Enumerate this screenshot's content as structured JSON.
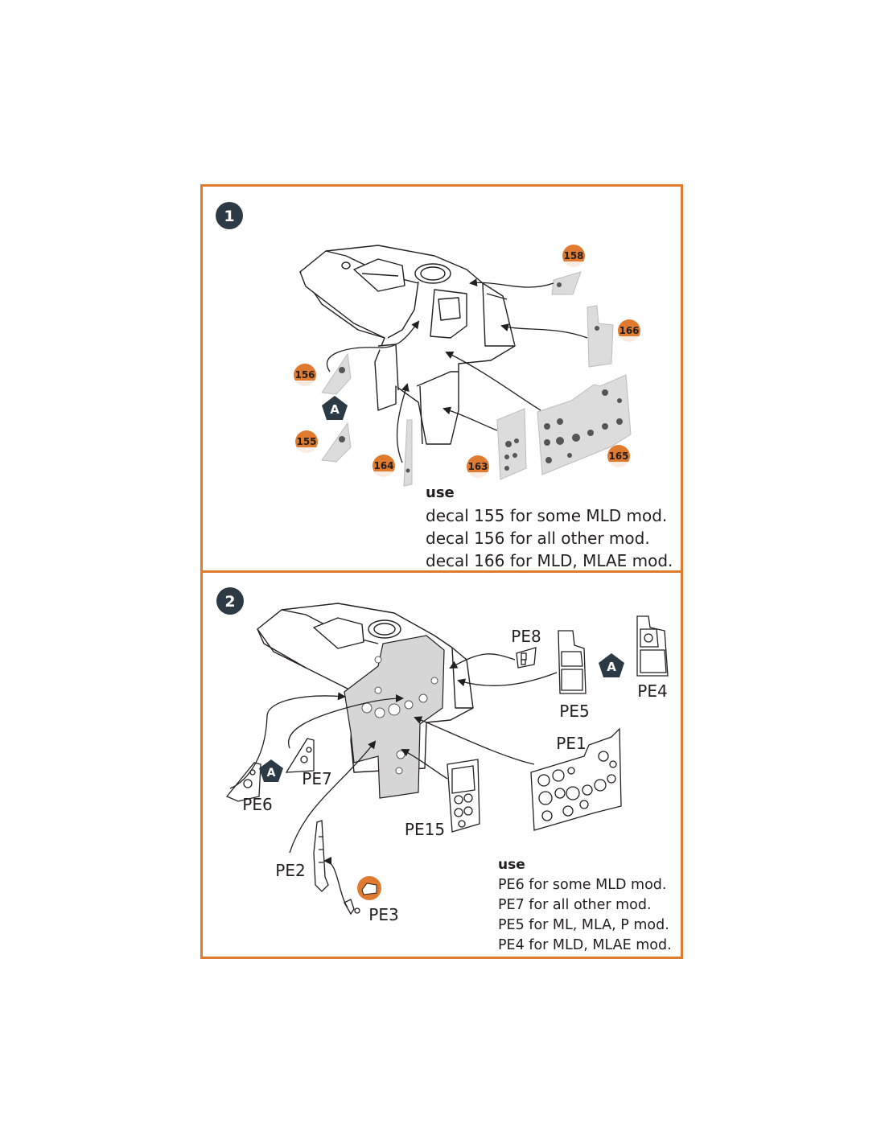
{
  "colors": {
    "frame": "#e07a2e",
    "badge": "#2b3a45",
    "decal": "#e07a2e",
    "part": "#dcdcdc",
    "ink": "#231f20"
  },
  "steps": [
    {
      "number": "1"
    },
    {
      "number": "2"
    }
  ],
  "step1": {
    "decals": [
      "158",
      "166",
      "156",
      "155",
      "164",
      "163",
      "165"
    ],
    "marker": "A",
    "note": {
      "heading": "use",
      "lines": [
        "decal 155  for some MLD mod.",
        "decal 156 for all other mod.",
        "decal 166 for MLD, MLAE mod."
      ]
    }
  },
  "step2": {
    "parts": [
      "PE8",
      "PE4",
      "PE5",
      "PE1",
      "PE7",
      "PE6",
      "PE15",
      "PE2",
      "PE3"
    ],
    "marker": "A",
    "note": {
      "heading": "use",
      "lines": [
        "PE6 for some MLD mod.",
        "PE7 for all other mod.",
        "PE5 for ML, MLA, P mod.",
        "PE4 for MLD, MLAE mod."
      ]
    }
  }
}
